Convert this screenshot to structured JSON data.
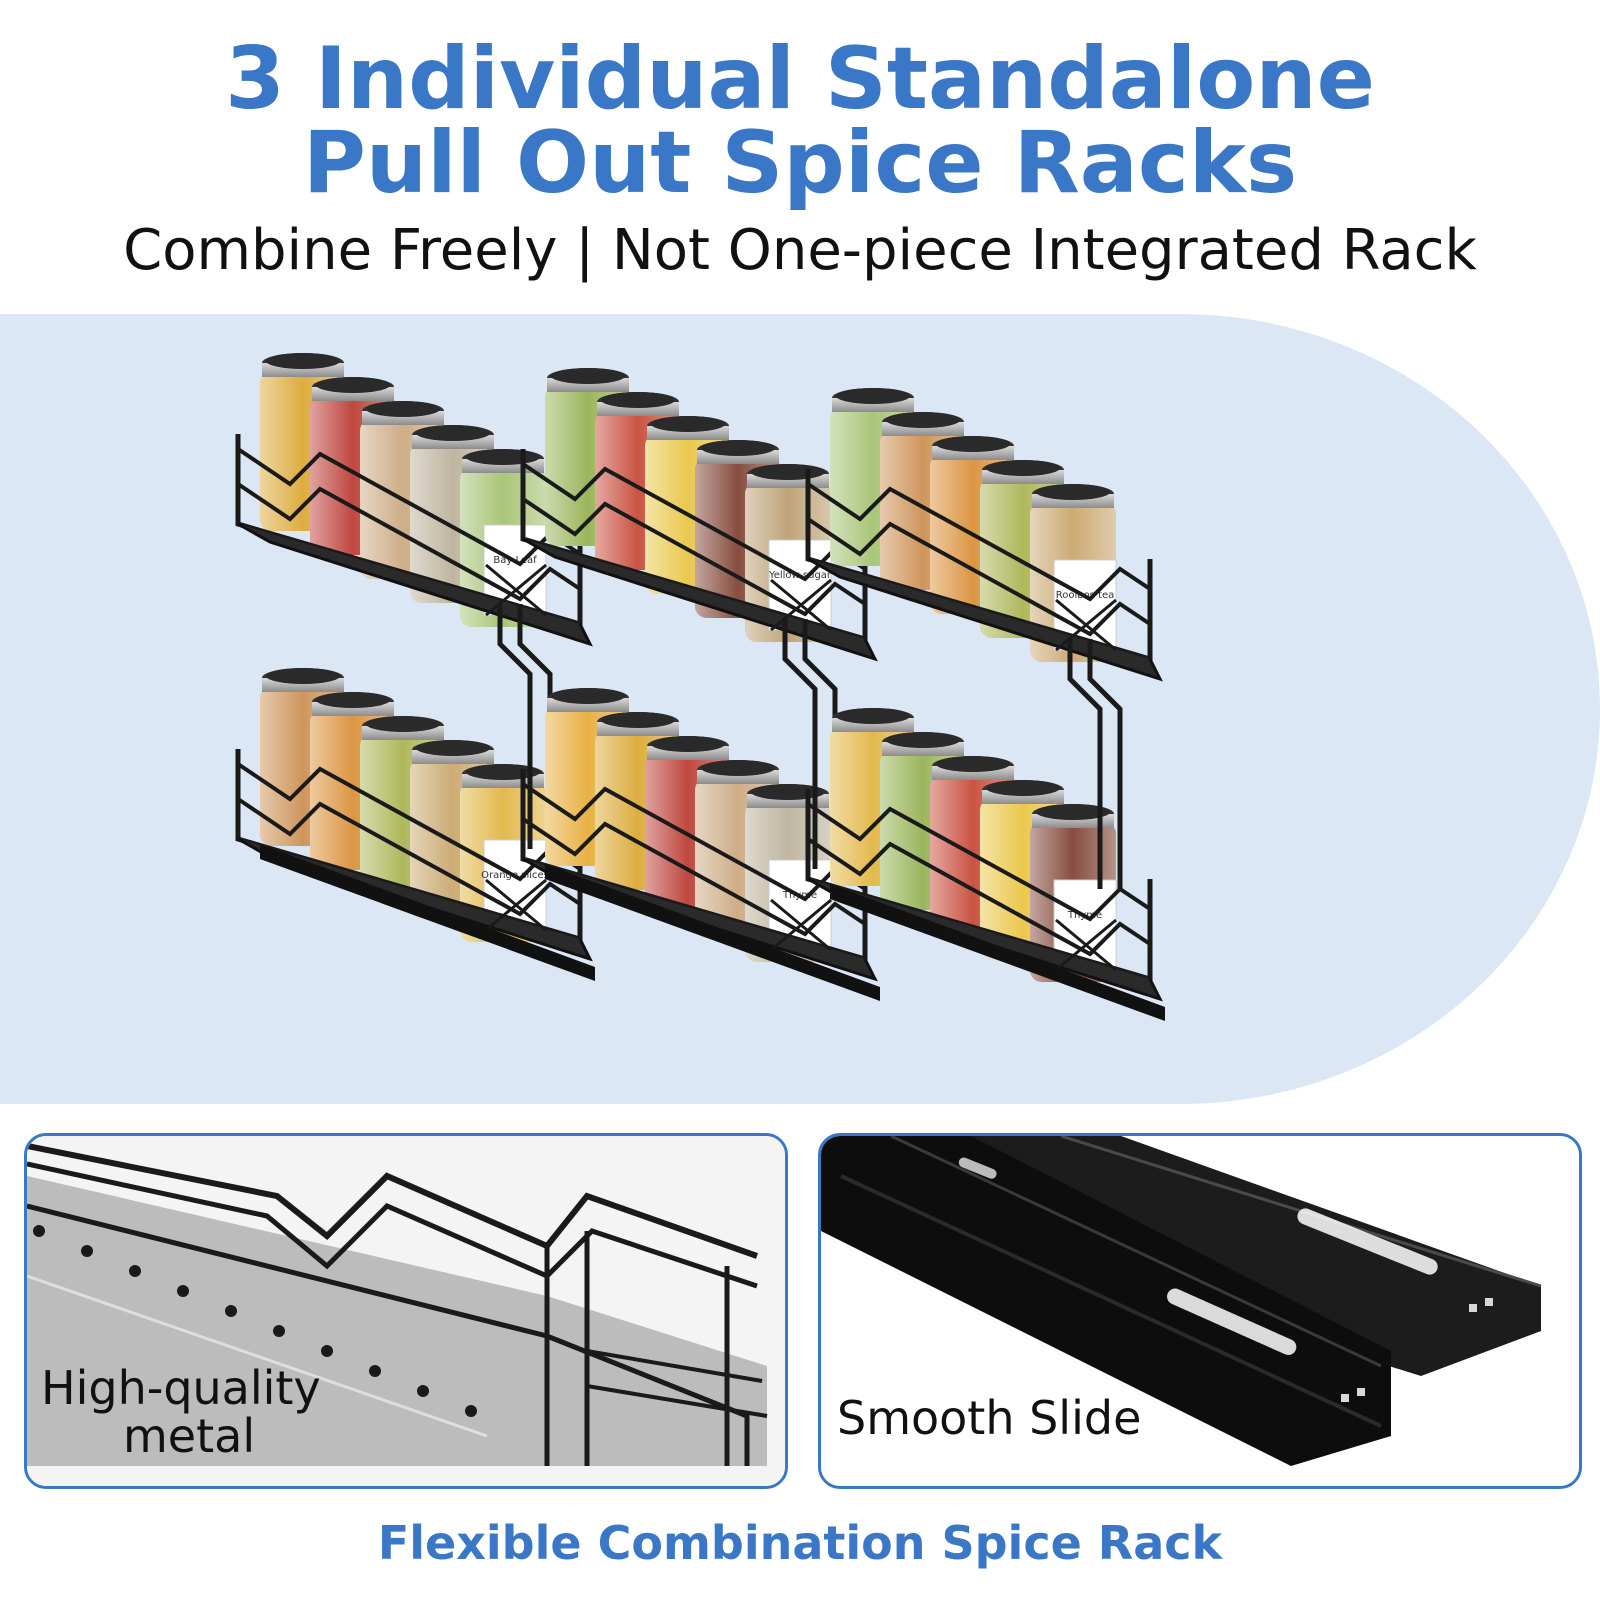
{
  "header": {
    "title_line1": "3 Individual Standalone",
    "title_line2": "Pull Out Spice Racks",
    "subtitle": "Combine Freely | Not One-piece Integrated Rack"
  },
  "hero": {
    "jar_labels": [
      "Bay Leaf",
      "Yellow sugar",
      "Rooibos tea",
      "Orange slices",
      "Thyme",
      "Thyme"
    ]
  },
  "features": {
    "left_label_line1": "High-quality",
    "left_label_line2": "metal",
    "right_label": "Smooth Slide"
  },
  "footer": {
    "caption": "Flexible Combination Spice Rack"
  },
  "colors": {
    "accent": "#3a77c6",
    "hero_bg": "#dce7f6",
    "rack": "#1a1a1a"
  }
}
